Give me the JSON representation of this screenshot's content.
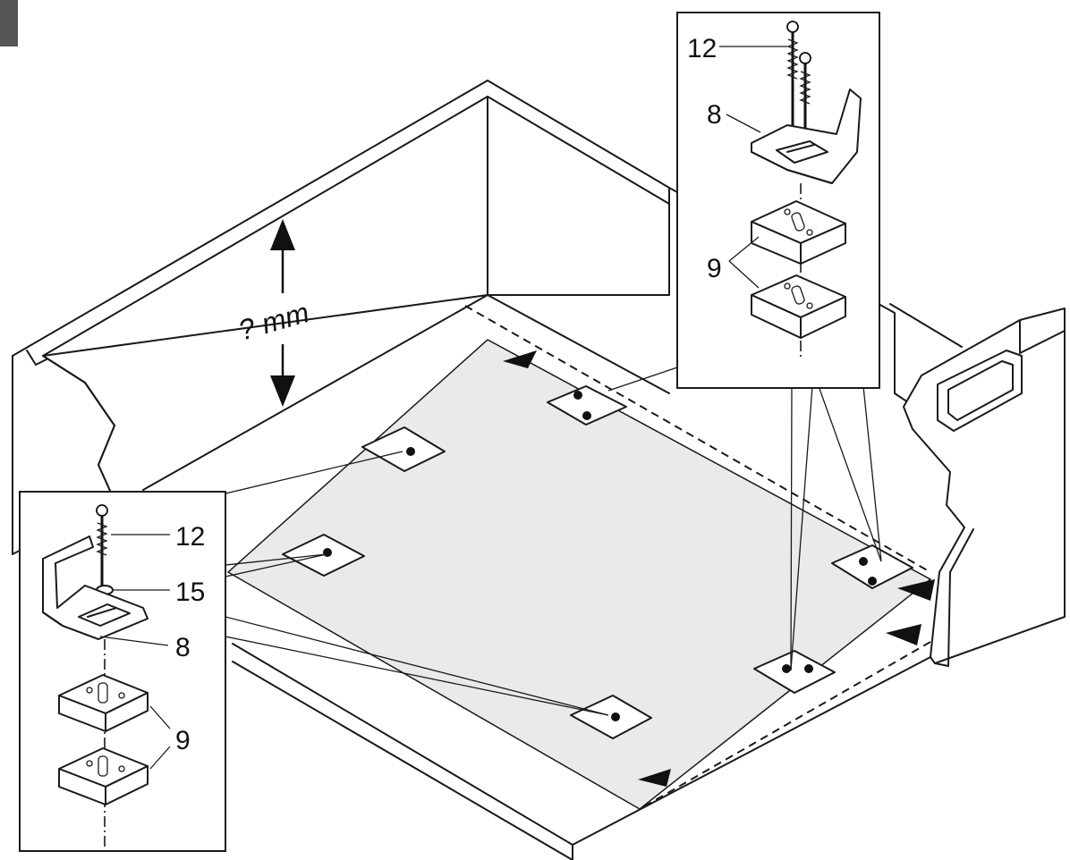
{
  "diagram": {
    "dimension_label": "? mm",
    "top_inset": {
      "labels": {
        "screw": "12",
        "bracket": "8",
        "spacers": "9"
      }
    },
    "left_inset": {
      "labels": {
        "screw": "12",
        "washer": "15",
        "bracket": "8",
        "spacers": "9"
      }
    }
  }
}
